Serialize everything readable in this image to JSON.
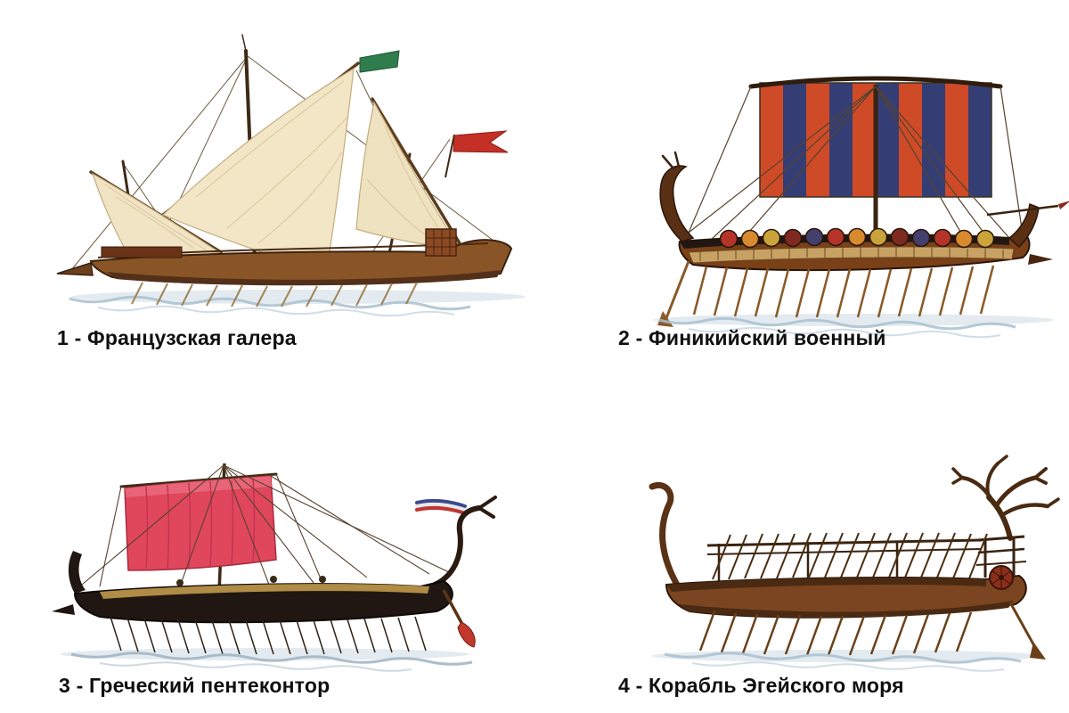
{
  "plate": {
    "background": "#ffffff"
  },
  "figures": [
    {
      "id": "french-galley",
      "number": "1",
      "name": "Французская галера",
      "caption": "1 - Французская галера"
    },
    {
      "id": "phoenician-warship",
      "number": "2",
      "name": "Финикийский военный",
      "caption": "2 - Финикийский военный"
    },
    {
      "id": "greek-penteconter",
      "number": "3",
      "name": "Греческий пентеконтор",
      "caption": "3 - Греческий пентеконтор"
    },
    {
      "id": "aegean-sea-ship",
      "number": "4",
      "name": "Корабль Эгейского моря",
      "caption": "4 - Корабль Эгейского моря"
    }
  ],
  "colors": {
    "sail_cream": "#f0e4c4",
    "sail_red": "#e0475c",
    "sail_stripe_red": "#cf4a27",
    "sail_stripe_blue": "#353e74",
    "hull_brown": "#7a4520",
    "hull_black": "#201712",
    "flag_green": "#2f7d4c",
    "pennant_red": "#c53026",
    "water_blue": "#a9c0cf",
    "caption_text": "#101010"
  }
}
